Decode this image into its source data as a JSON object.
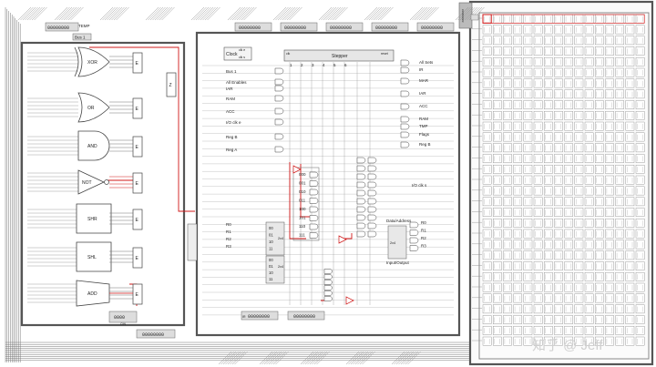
{
  "registers": {
    "temp_name": "TEMP",
    "temp_value": "00000000",
    "bus1_name": "Bus 1",
    "r0_value": "00000000",
    "r1_value": "00000000",
    "r2_value": "00000000",
    "r3_value": "00000000",
    "ir_name": "IR",
    "ir_value": "00000000",
    "iar_value": "00000000",
    "acc_value": "00000000",
    "mar_value": "00000000",
    "ram_top_value": "00000000",
    "flags_value": "0000",
    "carry_label": "CIN"
  },
  "alu": {
    "ops": [
      "XOR",
      "OR",
      "AND",
      "NOT",
      "SHR",
      "SHL",
      "ADD"
    ],
    "enable_label": "E",
    "zero_label": "Z"
  },
  "control": {
    "clock_label": "Clock",
    "clock_e": "clk e",
    "clock_s": "clk s",
    "stepper_title": "Stepper",
    "stepper_clk": "clk",
    "stepper_reset": "reset",
    "steps": [
      "1",
      "2",
      "3",
      "4",
      "5",
      "6"
    ],
    "left_labels": [
      "Bus 1",
      "All Enables",
      "IAR",
      "RAM",
      "ACC",
      "I/O clk e",
      "Reg B",
      "Reg A"
    ],
    "right_labels": [
      "All Sets",
      "IR",
      "MAR",
      "IAR",
      "ACC",
      "RAM",
      "TMP",
      "Flags",
      "Reg B"
    ],
    "decoder_codes": [
      "000",
      "001",
      "010",
      "011",
      "100",
      "101",
      "110",
      "111"
    ],
    "mid_regs": [
      "R0",
      "R1",
      "R2",
      "R3"
    ],
    "mid_out_a": [
      "00",
      "01",
      "10",
      "11"
    ],
    "mid_out_b": [
      "00",
      "01",
      "10",
      "11"
    ],
    "dec_2x4": "2x4",
    "io_title_1": "Data/Address",
    "io_title_2": "Input/Output",
    "io_clk_s": "I/O clk s",
    "right_regs": [
      "R0",
      "R1",
      "R2",
      "R3"
    ],
    "right_dec": "2x4"
  },
  "watermark": "知乎 @ Jeff"
}
